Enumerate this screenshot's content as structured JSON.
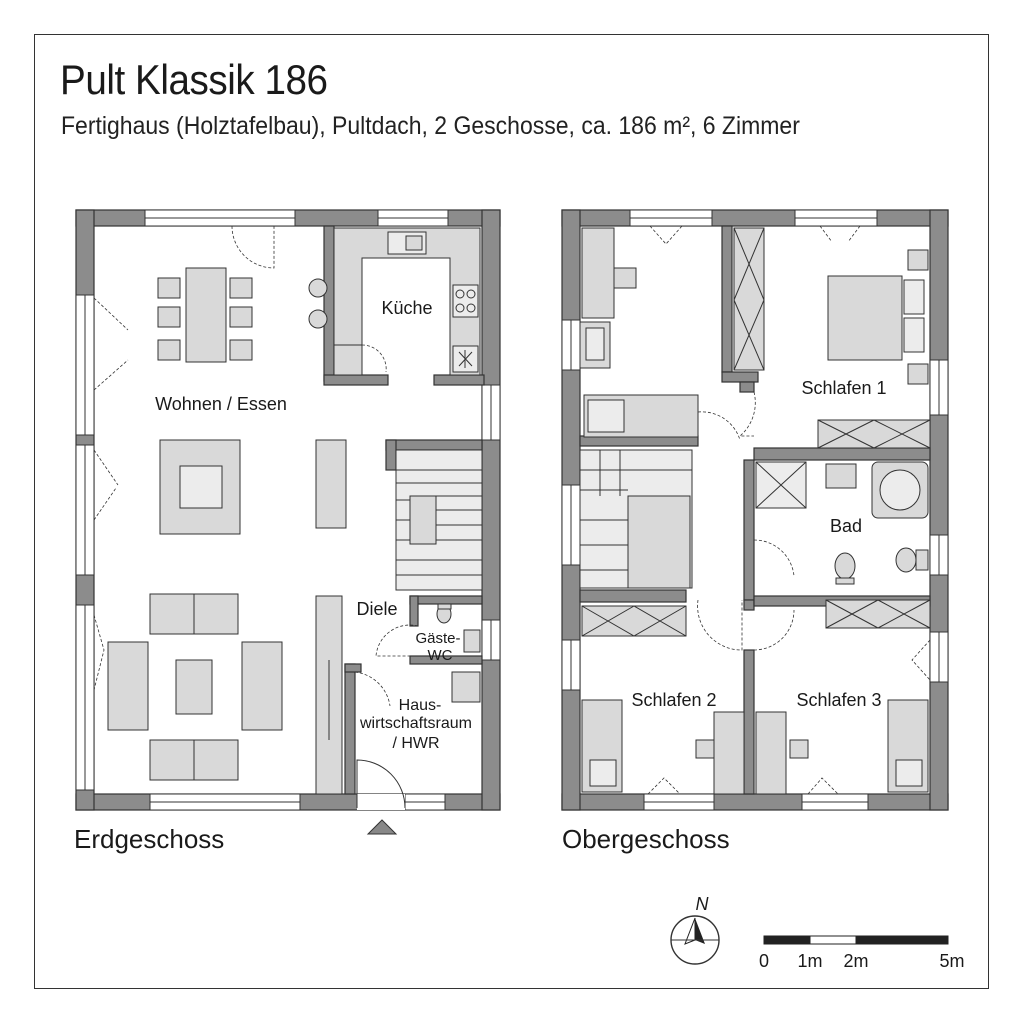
{
  "header": {
    "title": "Pult Klassik 186",
    "subtitle": "Fertighaus (Holztafelbau), Pultdach, 2 Geschosse, ca. 186 m², 6 Zimmer"
  },
  "floors": {
    "ground": {
      "label": "Erdgeschoss",
      "rooms": {
        "living": "Wohnen / Essen",
        "kitchen": "Küche",
        "hall": "Diele",
        "wc_line1": "Gäste-",
        "wc_line2": "WC",
        "utility_line1": "Haus-",
        "utility_line2": "wirtschaftsraum",
        "utility_line3": "/ HWR"
      }
    },
    "upper": {
      "label": "Obergeschoss",
      "rooms": {
        "bed1": "Schlafen 1",
        "bath": "Bad",
        "bed2": "Schlafen 2",
        "bed3": "Schlafen 3"
      }
    }
  },
  "north": {
    "label": "N"
  },
  "scale": {
    "labels": [
      "0",
      "1m",
      "2m",
      "5m"
    ]
  }
}
